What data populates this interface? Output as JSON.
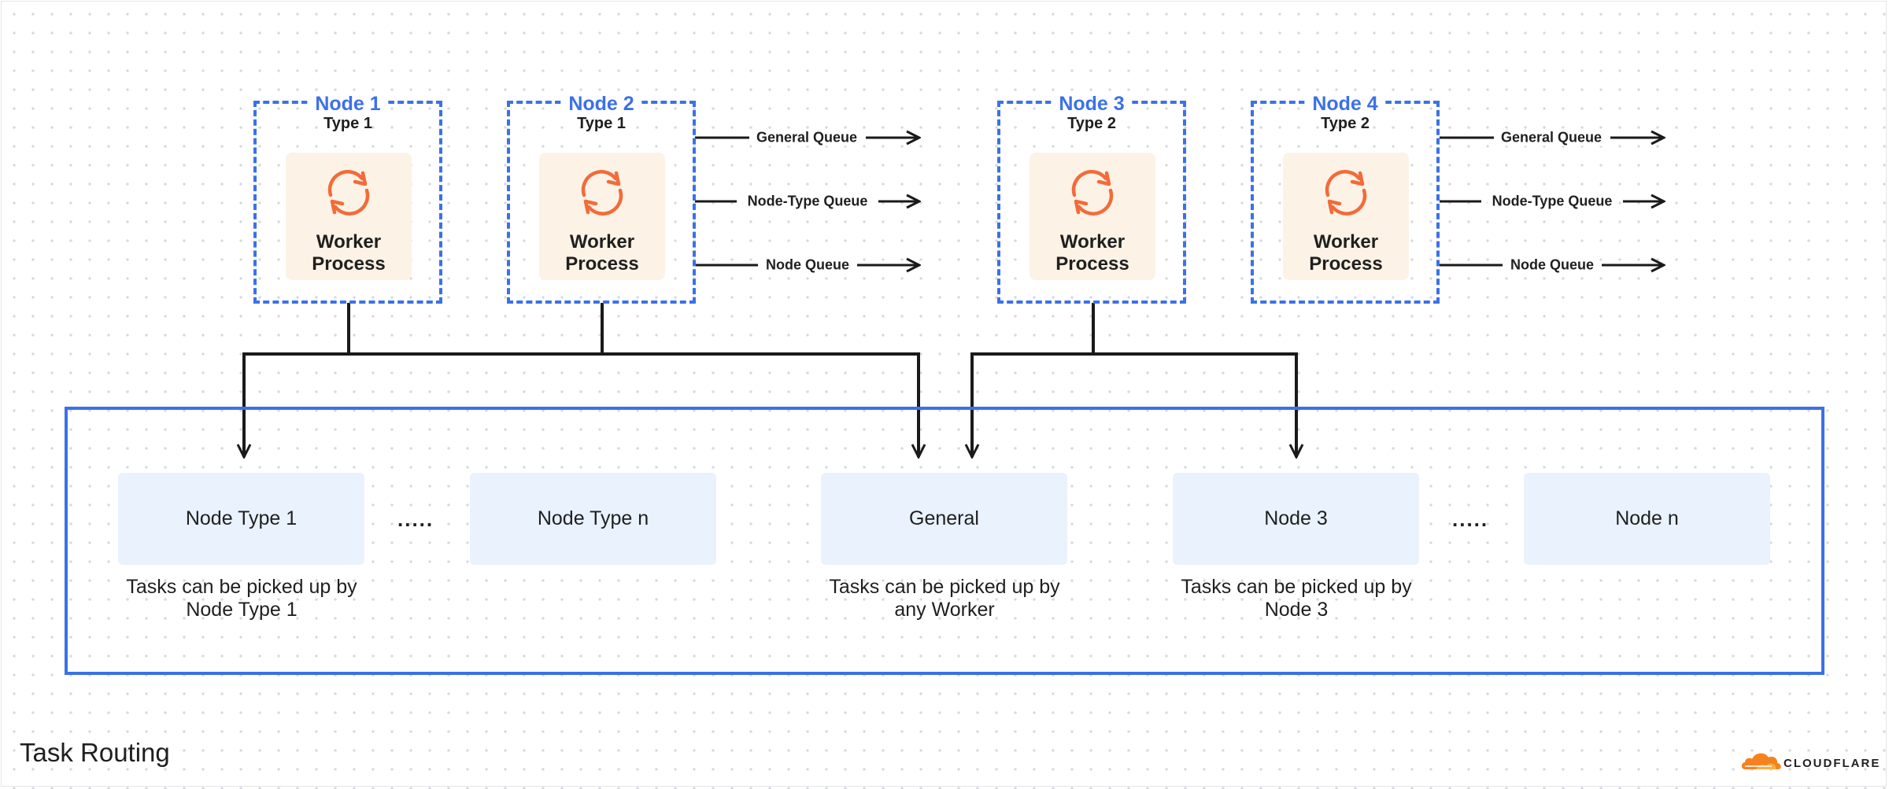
{
  "nodes": [
    {
      "title": "Node 1",
      "type": "Type 1",
      "worker_label": "Worker Process"
    },
    {
      "title": "Node 2",
      "type": "Type 1",
      "worker_label": "Worker Process"
    },
    {
      "title": "Node 3",
      "type": "Type 2",
      "worker_label": "Worker Process"
    },
    {
      "title": "Node 4",
      "type": "Type 2",
      "worker_label": "Worker Process"
    }
  ],
  "queues": {
    "node2": [
      "General Queue",
      "Node-Type Queue",
      "Node Queue"
    ],
    "node4": [
      "General Queue",
      "Node-Type Queue",
      "Node Queue"
    ]
  },
  "routing": {
    "boxes": [
      "Node Type 1",
      "Node Type n",
      "General",
      "Node 3",
      "Node n"
    ],
    "ellipsis": ".....",
    "captions": [
      "Tasks can be picked up by Node Type 1",
      "Tasks can be picked up by any Worker",
      "Tasks can be picked up by Node 3"
    ]
  },
  "page_title": "Task Routing",
  "logo_text": "CLOUDFLARE",
  "icons": {
    "worker_icon": "refresh-cycle-icon",
    "logo_icon": "cloud-icon"
  },
  "colors": {
    "node_border": "#3b71e8",
    "worker_bg": "#fcf2e5",
    "worker_icon": "#f26b3a",
    "routing_box_bg": "#e9f2fd",
    "logo_orange": "#f6821f"
  }
}
